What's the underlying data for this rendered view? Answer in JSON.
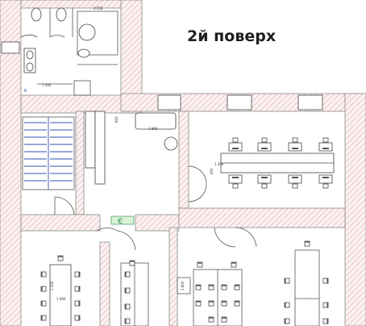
{
  "title": "2й поверх",
  "dimensions": {
    "d1": "1 400",
    "d2": "2 250",
    "d3": "1 800",
    "d4": "1 200",
    "d5": "1 600",
    "d6": "1 200",
    "d7": "600",
    "d8": "1 800",
    "d9": "600"
  },
  "stair_mark": "Б",
  "green_mark": "Є"
}
